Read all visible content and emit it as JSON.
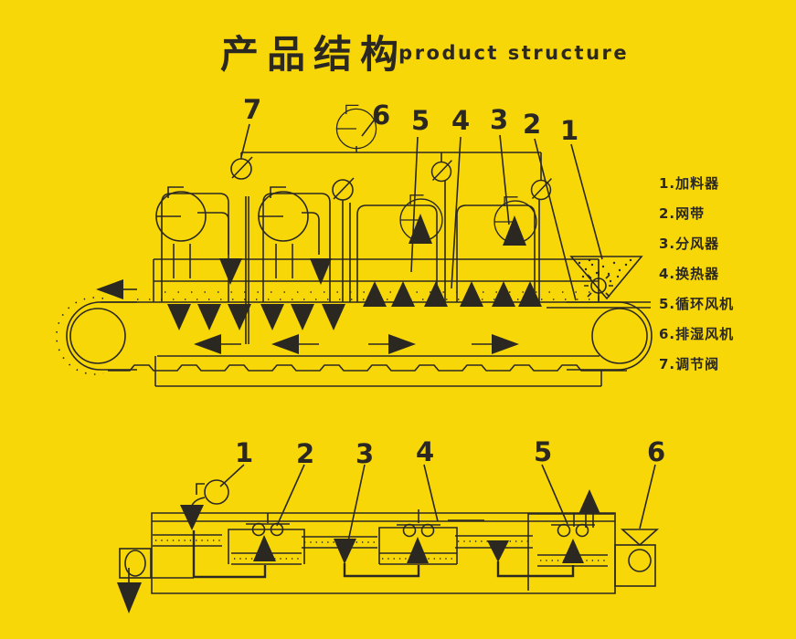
{
  "colors": {
    "background": "#F8D709",
    "ink": "#2B2822"
  },
  "header": {
    "title_zh": "产品结构",
    "title_en": "/product structure"
  },
  "legend": {
    "items": [
      "1.加料器",
      "2.网带",
      "3.分风器",
      "4.换热器",
      "5.循环风机",
      "6.排湿风机",
      "7.调节阀"
    ]
  },
  "top_diagram": {
    "callouts": [
      "7",
      "6",
      "5",
      "4",
      "3",
      "2",
      "1"
    ]
  },
  "bottom_diagram": {
    "callouts": [
      "1",
      "2",
      "3",
      "4",
      "5",
      "6"
    ]
  }
}
